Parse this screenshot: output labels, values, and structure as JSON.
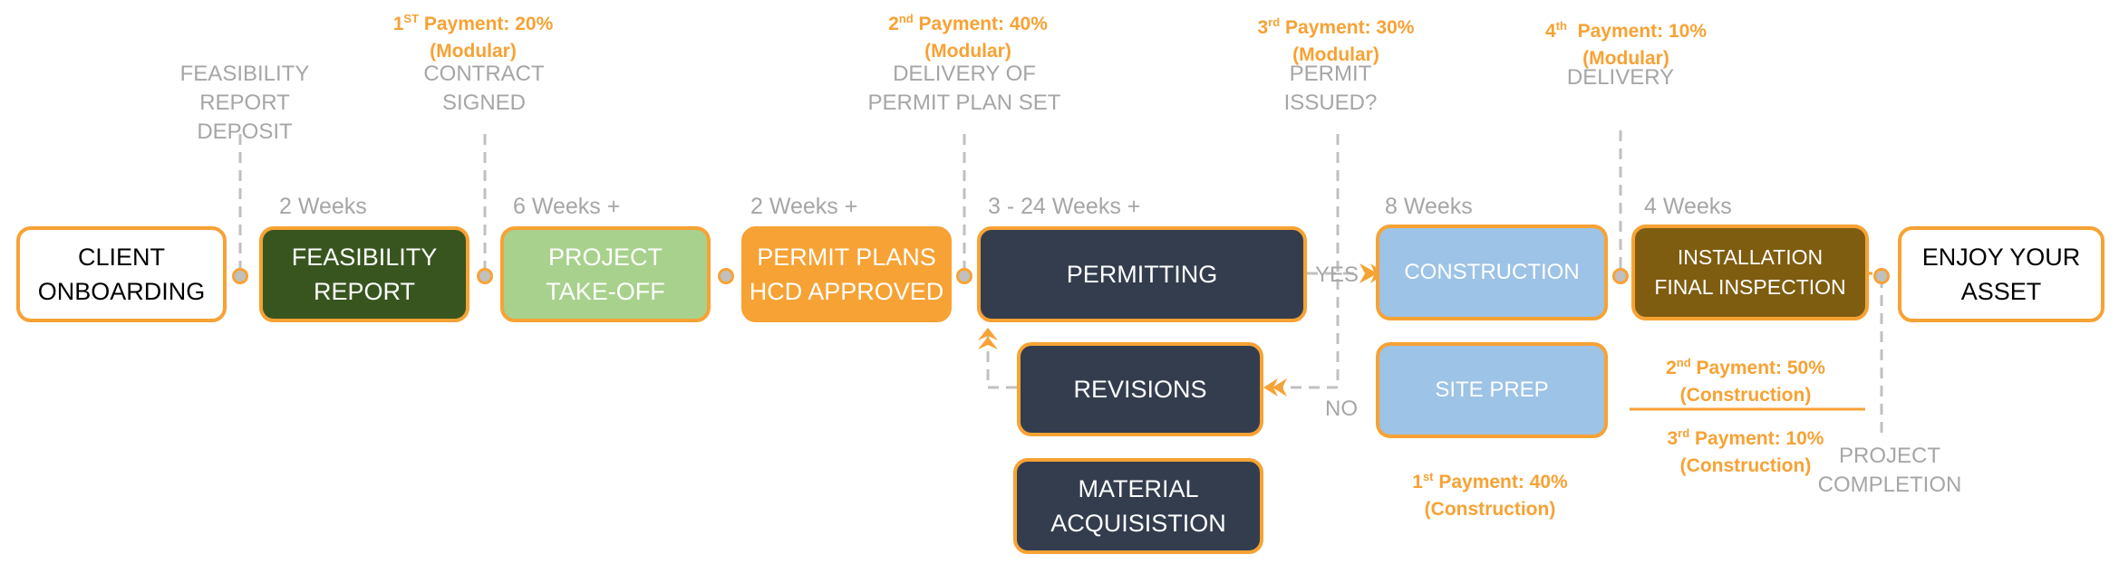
{
  "steps": {
    "onboarding": [
      "CLIENT",
      "ONBOARDING"
    ],
    "feasibility": [
      "FEASIBILITY",
      "REPORT"
    ],
    "takeoff": [
      "PROJECT",
      "TAKE-OFF"
    ],
    "permit_plans": [
      "PERMIT PLANS",
      "HCD APPROVED"
    ],
    "permitting": "PERMITTING",
    "construction": "CONSTRUCTION",
    "installation": [
      "INSTALLATION",
      "FINAL INSPECTION"
    ],
    "enjoy": [
      "ENJOY YOUR",
      "ASSET"
    ],
    "revisions": "REVISIONS",
    "material": [
      "MATERIAL",
      "ACQUISISTION"
    ],
    "site_prep": "SITE PREP"
  },
  "durations": {
    "feasibility": "2 Weeks",
    "takeoff": "6 Weeks +",
    "permit_plans": "2 Weeks +",
    "permitting": "3 - 24 Weeks +",
    "construction": "8 Weeks",
    "installation": "4 Weeks"
  },
  "milestones": {
    "feasibility_deposit": [
      "FEASIBILITY REPORT",
      "DEPOSIT"
    ],
    "contract_signed": [
      "CONTRACT",
      "SIGNED"
    ],
    "delivery_permit": [
      "DELIVERY OF",
      "PERMIT PLAN SET"
    ],
    "permit_issued": [
      "PERMIT",
      "ISSUED?"
    ],
    "delivery": "DELIVERY",
    "project_completion": [
      "PROJECT",
      "COMPLETION"
    ]
  },
  "payments": {
    "p1_modular": {
      "ordinal": "1",
      "suffix": "ST",
      "text": " Payment: 20%",
      "note": "(Modular)"
    },
    "p2_modular": {
      "ordinal": "2",
      "suffix": "nd",
      "text": " Payment: 40%",
      "note": "(Modular)"
    },
    "p3_modular": {
      "ordinal": "3",
      "suffix": "rd",
      "text": " Payment: 30%",
      "note": "(Modular)"
    },
    "p4_modular": {
      "ordinal": "4",
      "suffix": "th",
      "text": "  Payment: 10%",
      "note": "(Modular)"
    },
    "p1_construction": {
      "ordinal": "1",
      "suffix": "st",
      "text": " Payment: 40%",
      "note": "(Construction)"
    },
    "p2_construction": {
      "ordinal": "2",
      "suffix": "nd",
      "text": " Payment: 50%",
      "note": "(Construction)"
    },
    "p3_construction": {
      "ordinal": "3",
      "suffix": "rd",
      "text": " Payment: 10%",
      "note": "(Construction)"
    }
  },
  "branches": {
    "yes": "YES",
    "no": "NO"
  },
  "colors": {
    "accent": "#F7A234",
    "dark_green": "#38551F",
    "light_green": "#A8D18D",
    "navy": "#333D4E",
    "light_blue": "#9DC3E6",
    "brown": "#7F5D10",
    "gray": "#A6A6A6"
  }
}
